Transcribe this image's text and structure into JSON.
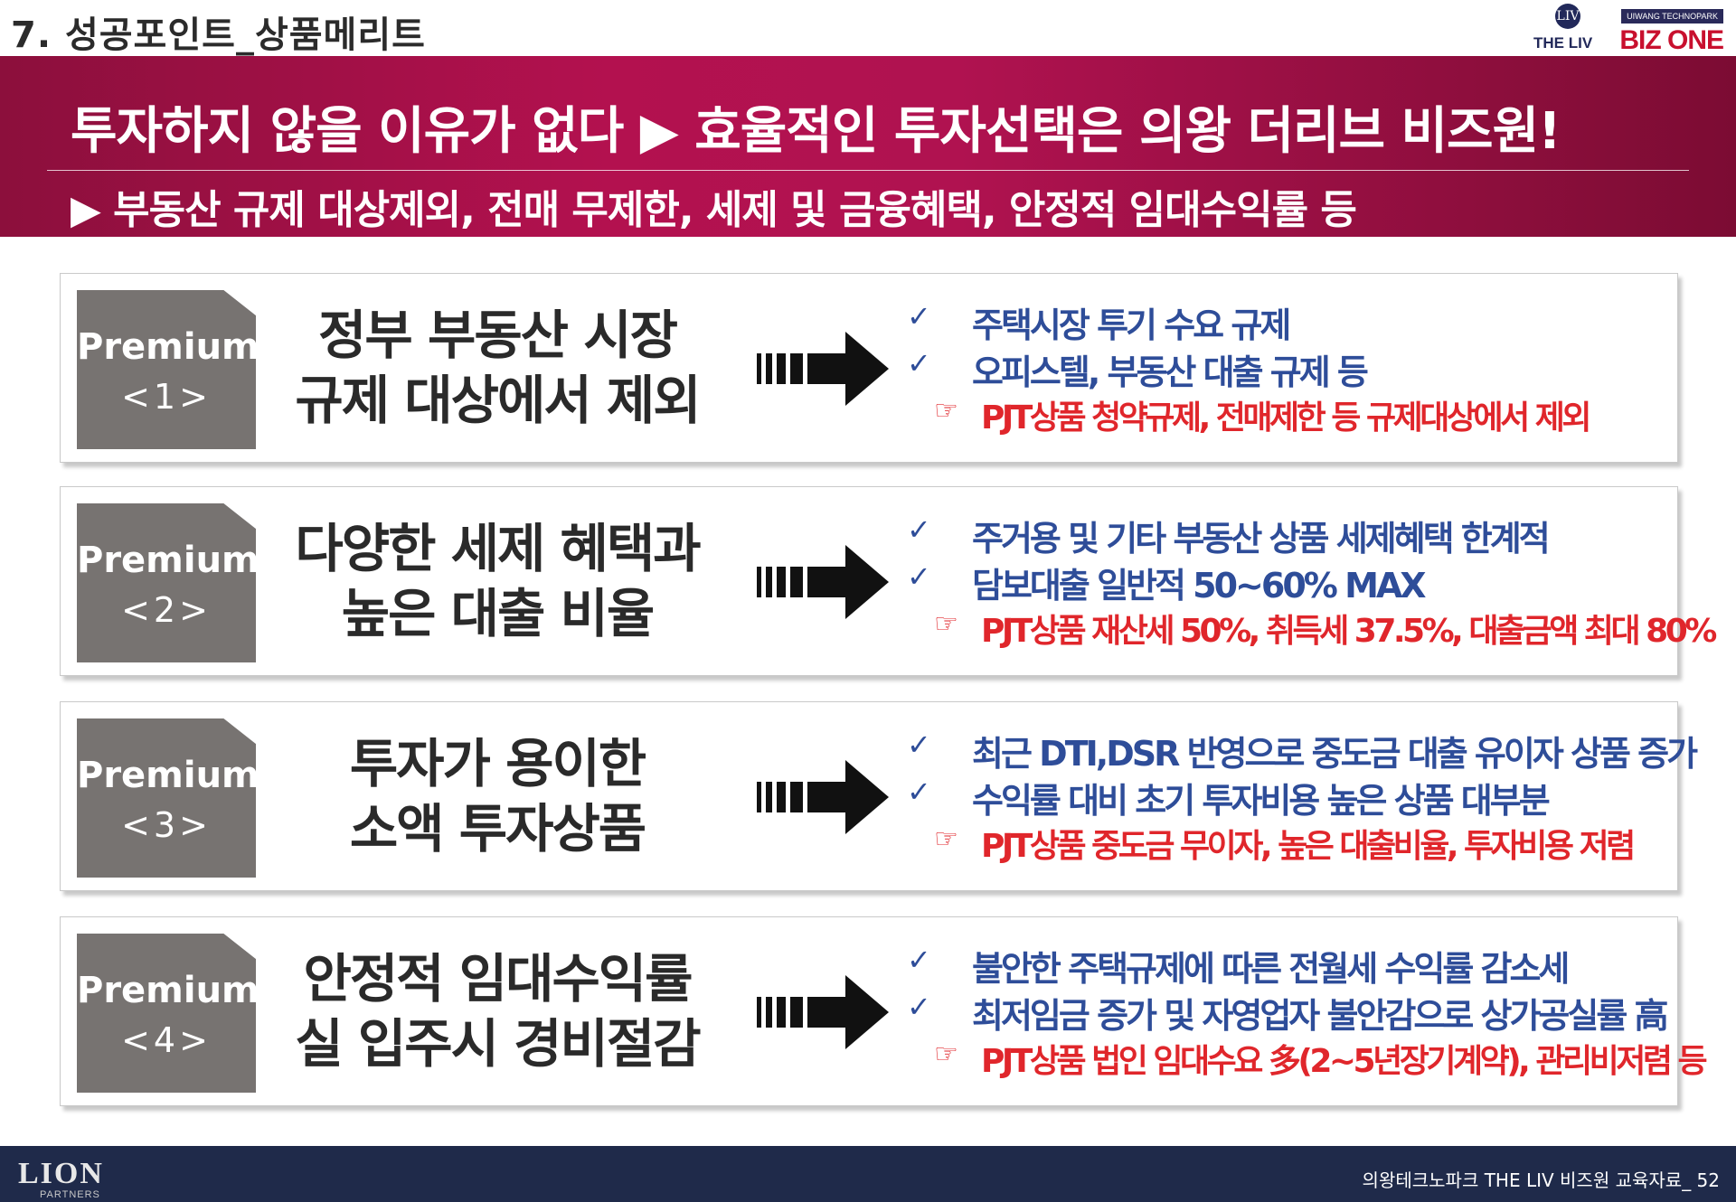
{
  "header": {
    "section_title": "7. 성공포인트_상품메리트",
    "logo": {
      "brand_top": "UIWANG TECHNOPARK",
      "brand_name": "BIZ ONE",
      "sub_brand": "THE LIV",
      "emblem": "LIV"
    }
  },
  "banner": {
    "headline": "투자하지 않을 이유가 없다 ▶ 효율적인 투자선택은 의왕 더리브 비즈원!",
    "subline": "▶ 부동산 규제 대상제외, 전매 무제한, 세제 및 금융혜택, 안정적 임대수익률 등"
  },
  "cards": [
    {
      "badge_title": "Premium",
      "badge_number": "<1>",
      "heading_lines": [
        "정부 부동산 시장",
        "규제 대상에서 제외"
      ],
      "points": [
        "주택시장 투기 수요 규제",
        "오피스텔, 부동산 대출 규제 등"
      ],
      "highlight": "PJT상품 청약규제, 전매제한 등 규제대상에서 제외"
    },
    {
      "badge_title": "Premium",
      "badge_number": "<2>",
      "heading_lines": [
        "다양한 세제 혜택과",
        "높은 대출 비율"
      ],
      "points": [
        "주거용 및 기타 부동산 상품 세제혜택 한계적",
        "담보대출 일반적 50~60% MAX"
      ],
      "highlight": "PJT상품 재산세 50%, 취득세 37.5%, 대출금액 최대 80%"
    },
    {
      "badge_title": "Premium",
      "badge_number": "<3>",
      "heading_lines": [
        "투자가 용이한",
        "소액 투자상품"
      ],
      "points": [
        "최근 DTI,DSR 반영으로 중도금 대출 유이자 상품 증가",
        "수익률 대비 초기 투자비용 높은 상품 대부분"
      ],
      "highlight": "PJT상품  중도금 무이자, 높은 대출비율,  투자비용 저렴"
    },
    {
      "badge_title": "Premium",
      "badge_number": "<4>",
      "heading_lines": [
        "안정적 임대수익률",
        "실 입주시 경비절감"
      ],
      "points": [
        "불안한 주택규제에 따른 전월세 수익률 감소세",
        "최저임금 증가 및 자영업자 불안감으로 상가공실률 高"
      ],
      "highlight": "PJT상품 법인 임대수요 多(2~5년장기계약), 관리비저렴 등"
    }
  ],
  "icons": {
    "check": "checkmark-icon",
    "highlight": "pointing-hand-icon",
    "arrow": "dashed-right-arrow-icon"
  },
  "glyphs": {
    "check": "✓",
    "hand": "☞"
  },
  "footer": {
    "logo_text": "LION",
    "logo_sub": "PARTNERS",
    "caption": "의왕테크노파크 THE LIV 비즈원 교육자료_  52"
  },
  "colors": {
    "banner": "#b3114f",
    "badge": "#777371",
    "point_text": "#2e4d99",
    "highlight": "#e0262b",
    "footer": "#1f2a4a"
  }
}
